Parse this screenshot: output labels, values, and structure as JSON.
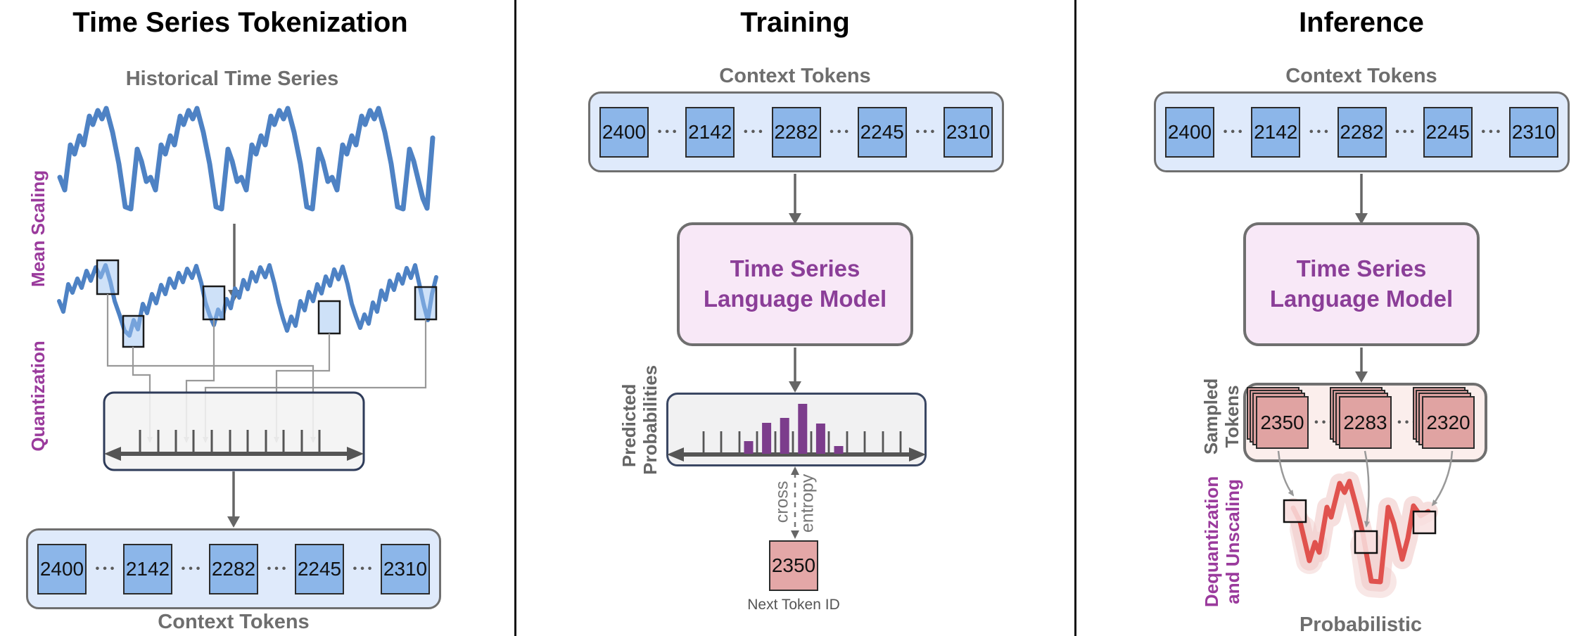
{
  "panels": {
    "tokenization": {
      "title": "Time Series Tokenization",
      "series_label": "Historical Time Series",
      "mean_scaling_label": "Mean Scaling",
      "quantization_label": "Quantization",
      "context_tokens_label": "Context Tokens",
      "tokens": [
        "2400",
        "2142",
        "2282",
        "2245",
        "2310"
      ],
      "ellipsis": "•••"
    },
    "training": {
      "title": "Training",
      "context_tokens_label": "Context Tokens",
      "tokens": [
        "2400",
        "2142",
        "2282",
        "2245",
        "2310"
      ],
      "ellipsis": "•••",
      "model_label_line1": "Time Series",
      "model_label_line2": "Language Model",
      "predicted_probabilities_line1": "Predicted",
      "predicted_probabilities_line2": "Probabilities",
      "histogram_heights": [
        18,
        44,
        51,
        71,
        43,
        11
      ],
      "cross_entropy_line1": "cross",
      "cross_entropy_line2": "entropy",
      "next_token": "2350",
      "next_token_label": "Next Token ID"
    },
    "inference": {
      "title": "Inference",
      "context_tokens_label": "Context Tokens",
      "tokens": [
        "2400",
        "2142",
        "2282",
        "2245",
        "2310"
      ],
      "ellipsis": "•••",
      "model_label_line1": "Time Series",
      "model_label_line2": "Language Model",
      "sampled_tokens_label_line1": "Sampled",
      "sampled_tokens_label_line2": "Tokens",
      "sampled_tokens": [
        "2350",
        "2283",
        "2320"
      ],
      "dequantization_label_line1": "Dequantization",
      "dequantization_label_line2": "and Unscaling",
      "forecast_label": "Probabilistic Forecast"
    }
  },
  "colors": {
    "series_blue": "#4e82c4",
    "token_blue": "#8cb6e9",
    "token_row_bg": "#dfeafb",
    "model_box_bg": "#f8e8f7",
    "model_text_purple": "#8b3e98",
    "rotated_label_purple": "#9a3a9c",
    "histogram_purple": "#7c3d8c",
    "red_token": "#e4a7a7",
    "sampled_row_bg": "#fbeeec",
    "forecast_red": "#e0524e",
    "gray_label": "#6e6e6e"
  }
}
